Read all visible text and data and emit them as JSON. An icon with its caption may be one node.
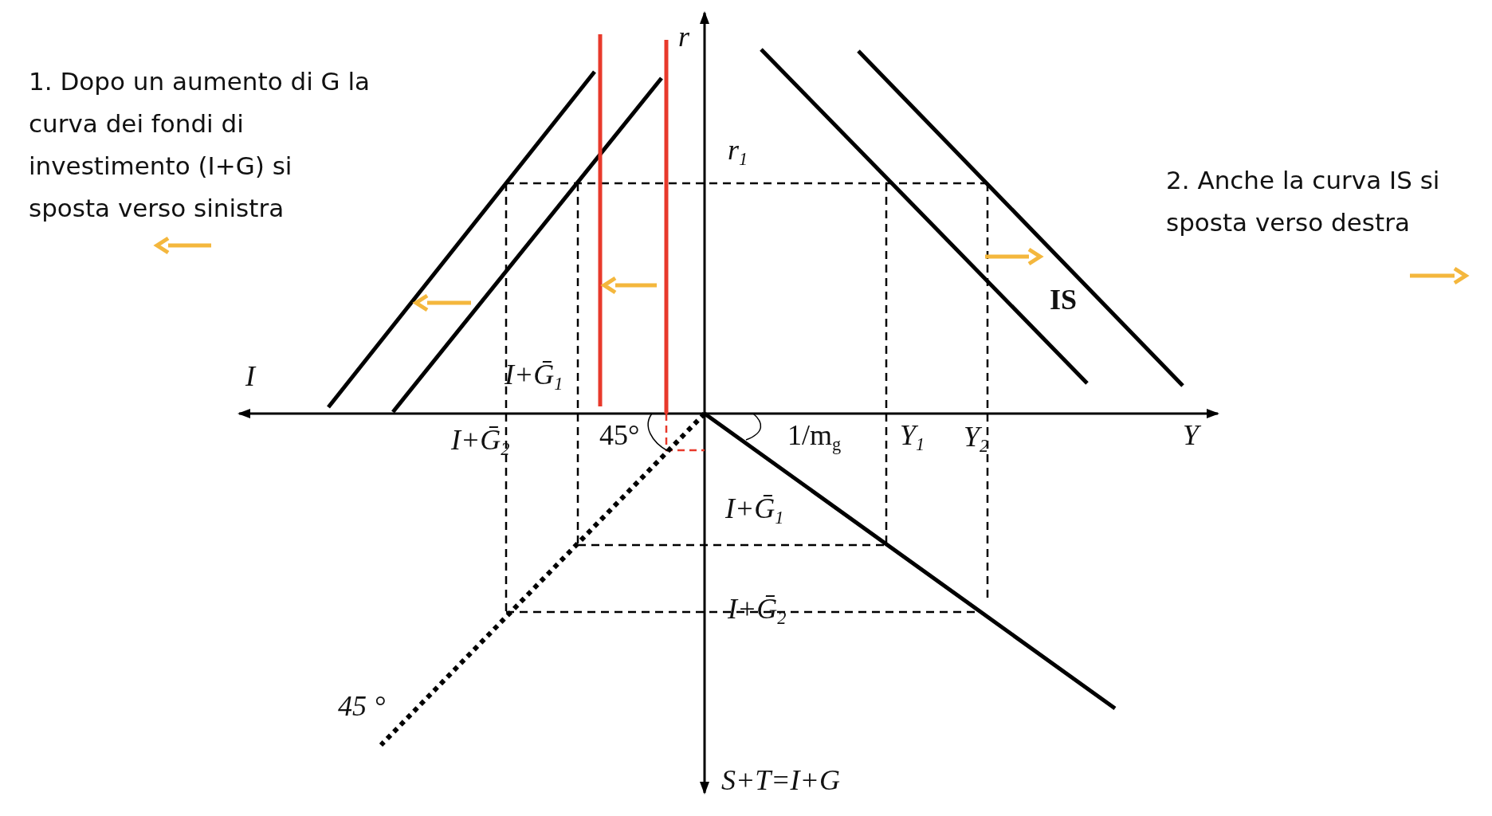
{
  "diagram": {
    "labels": [
      "1. Dopo un aumento di G la curva dei fondi di investimento (I+G) si sposta verso sinistra",
      "r",
      "r$_{1}$",
      "2. Anche la curva IS si sposta verso destra",
      "IS",
      "I",
      "I+Ḡ$_{1}$",
      "Y",
      "I+Ḡ$_{2}$",
      "45°",
      "1/m$_{g}$",
      "Y$_{1}$",
      "Y$_{2}$",
      "I+Ḡ$_{1}$",
      "I+Ḡ$_{2}$",
      "45 °",
      "S+T=I+G"
    ]
  }
}
